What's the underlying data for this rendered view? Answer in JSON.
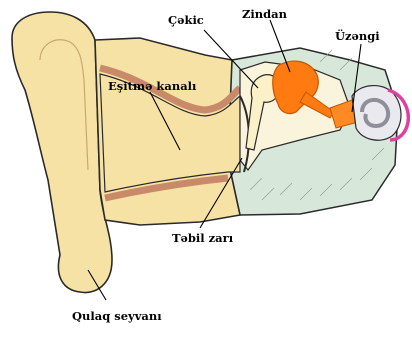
{
  "labels": {
    "hammer": "Çəkic",
    "anvil": "Zindan",
    "stirrup": "Üzəngi",
    "ear_canal": "Eşitmə kanalı",
    "eardrum": "Təbil zarı",
    "auricle": "Qulaq seyvanı"
  },
  "colors": {
    "skin": "#f7e2a6",
    "outline": "#2a2a2a",
    "canal_wall": "#c98a6a",
    "bone": "#cfe3d3",
    "ossicle": "#ff7a10",
    "inner_ear": "#b8b8c0",
    "cochlea_ring": "#e040a0"
  }
}
